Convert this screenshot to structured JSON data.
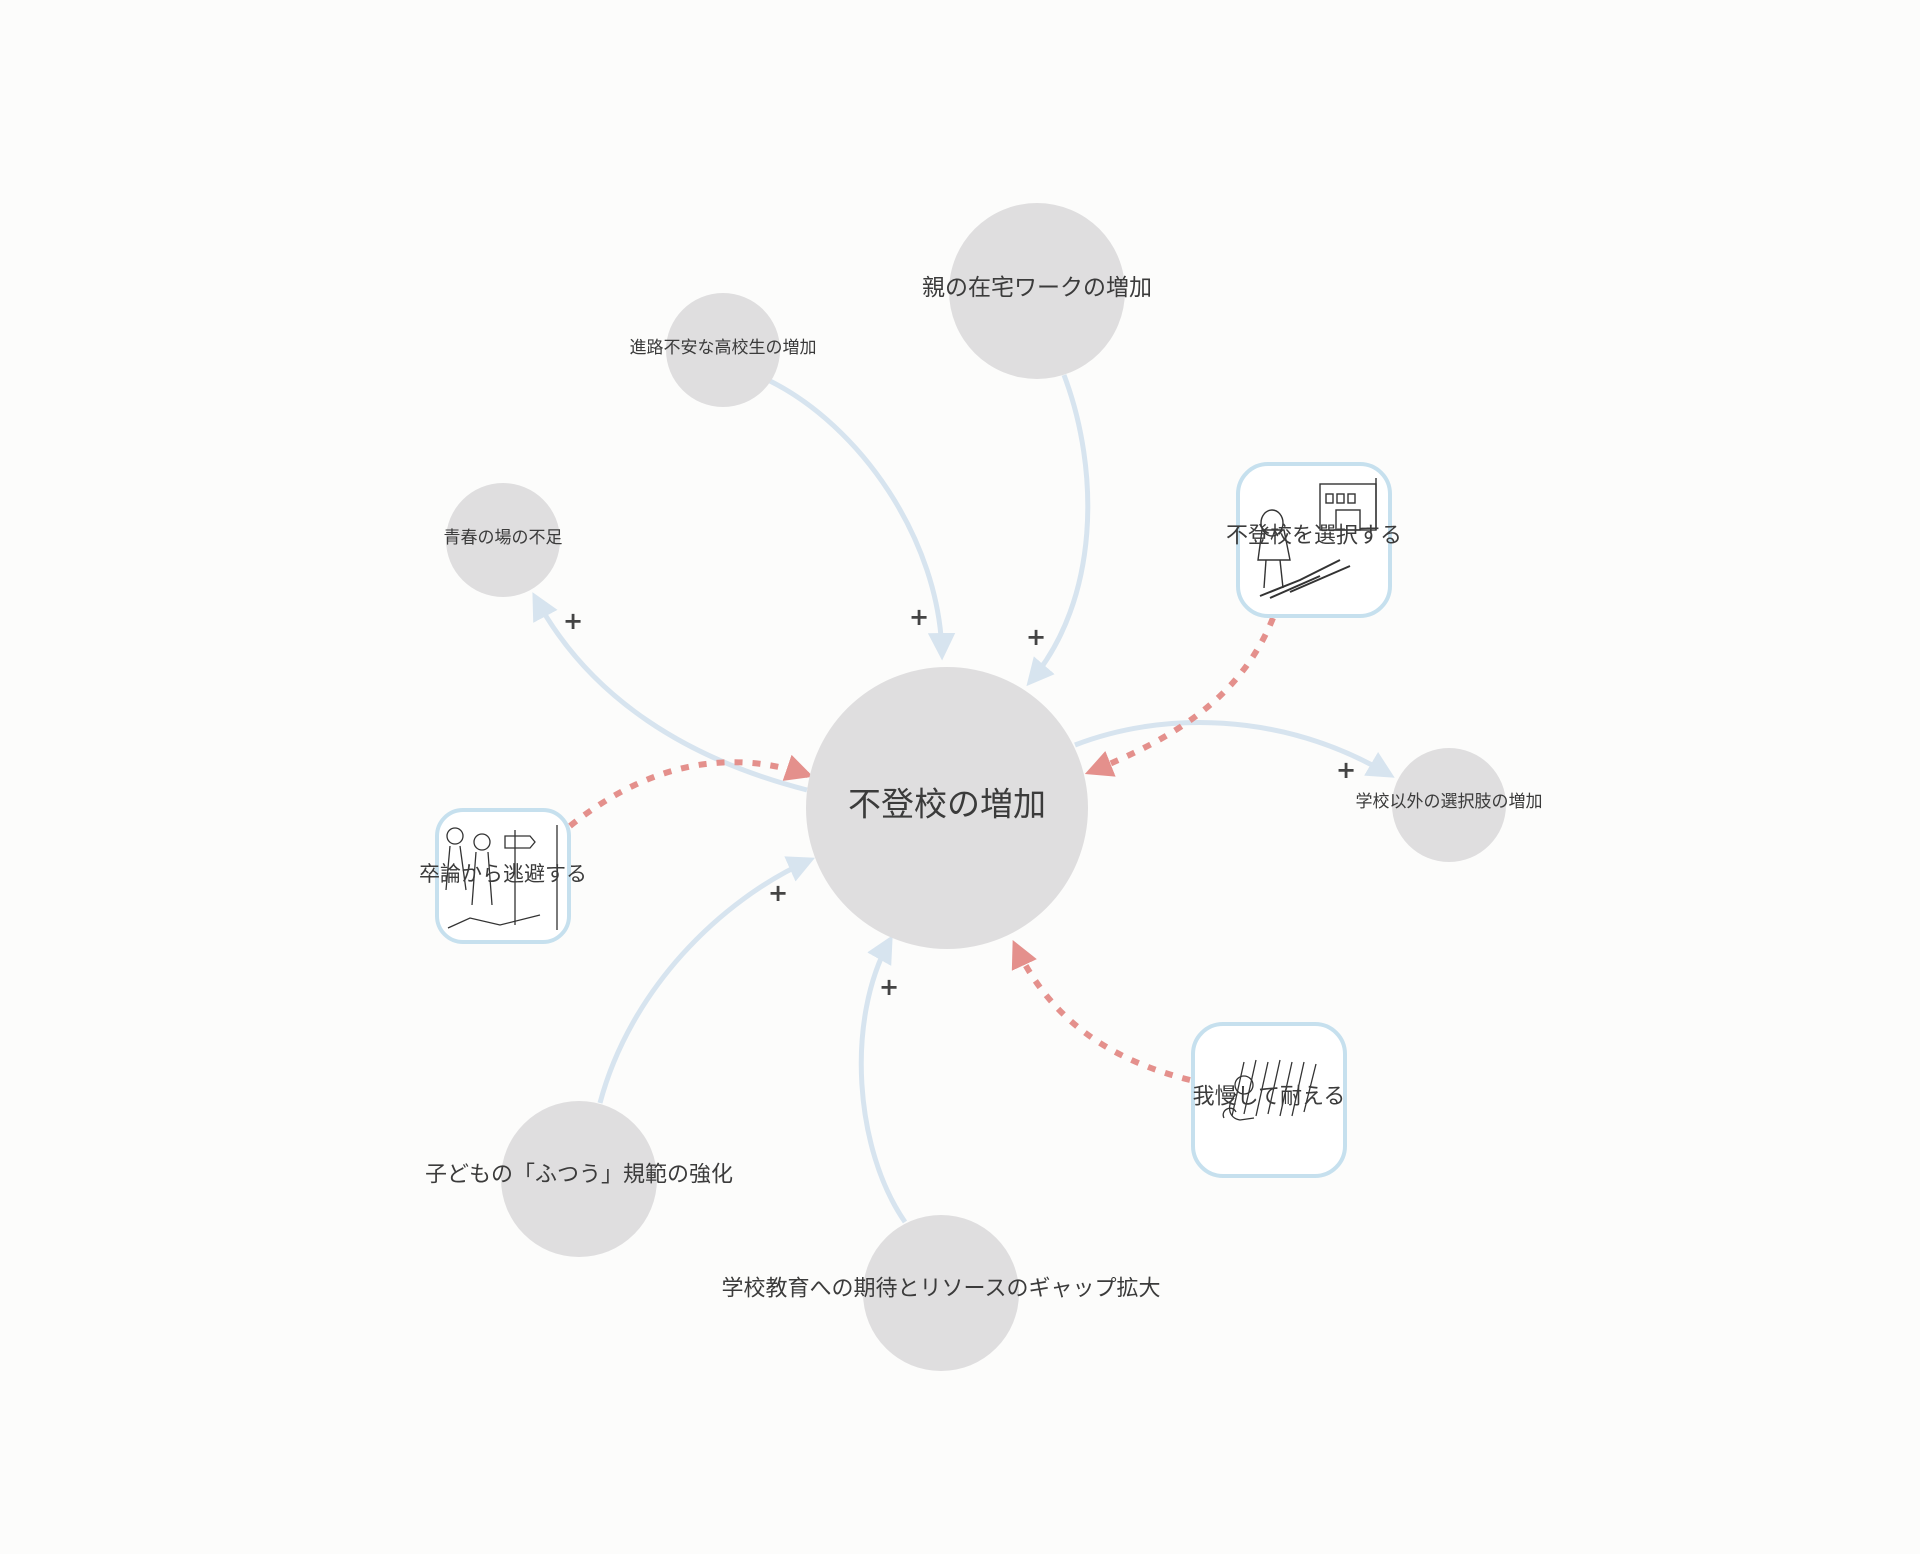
{
  "colors": {
    "background": "#fcfcfb",
    "circle_node": "#dfdedf",
    "action_node_border": "#c6e0ee",
    "action_node_fill": "#ffffff",
    "reinforcing_edge": "#d7e4ef",
    "action_edge": "#e4908c",
    "label_text": "#3b3b3b"
  },
  "nodes": [
    {
      "id": "center",
      "type": "circle",
      "label": "不登校の増加"
    },
    {
      "id": "remote_work",
      "type": "circle",
      "label": "親の在宅ワークの増加"
    },
    {
      "id": "uncertain_hs",
      "type": "circle",
      "label": "進路不安な高校生の増加"
    },
    {
      "id": "youth_places",
      "type": "circle",
      "label": "青春の場の不足"
    },
    {
      "id": "other_options",
      "type": "circle",
      "label": "学校以外の選択肢の増加"
    },
    {
      "id": "normal_norm",
      "type": "circle",
      "label": "子どもの「ふつう」規範の強化"
    },
    {
      "id": "edu_gap",
      "type": "circle",
      "label": "学校教育への期待とリソースのギャップ拡大"
    },
    {
      "id": "choose_absence",
      "type": "action",
      "label": "不登校を選択する",
      "illustration": "girl-walking-from-school-icon"
    },
    {
      "id": "escape_thesis",
      "type": "action",
      "label": "卒論から逃避する",
      "illustration": "people-signpost-icon"
    },
    {
      "id": "endure",
      "type": "action",
      "label": "我慢して耐える",
      "illustration": "person-in-rain-icon"
    }
  ],
  "edges": [
    {
      "from": "uncertain_hs",
      "to": "center",
      "style": "reinforcing",
      "label": "+"
    },
    {
      "from": "remote_work",
      "to": "center",
      "style": "reinforcing",
      "label": "+"
    },
    {
      "from": "center",
      "to": "youth_places",
      "style": "reinforcing",
      "label": "+"
    },
    {
      "from": "center",
      "to": "other_options",
      "style": "reinforcing",
      "label": "+"
    },
    {
      "from": "normal_norm",
      "to": "center",
      "style": "reinforcing",
      "label": "+"
    },
    {
      "from": "edu_gap",
      "to": "center",
      "style": "reinforcing",
      "label": "+"
    },
    {
      "from": "choose_absence",
      "to": "center",
      "style": "action",
      "label": ""
    },
    {
      "from": "escape_thesis",
      "to": "center",
      "style": "action",
      "label": ""
    },
    {
      "from": "endure",
      "to": "center",
      "style": "action",
      "label": ""
    }
  ]
}
